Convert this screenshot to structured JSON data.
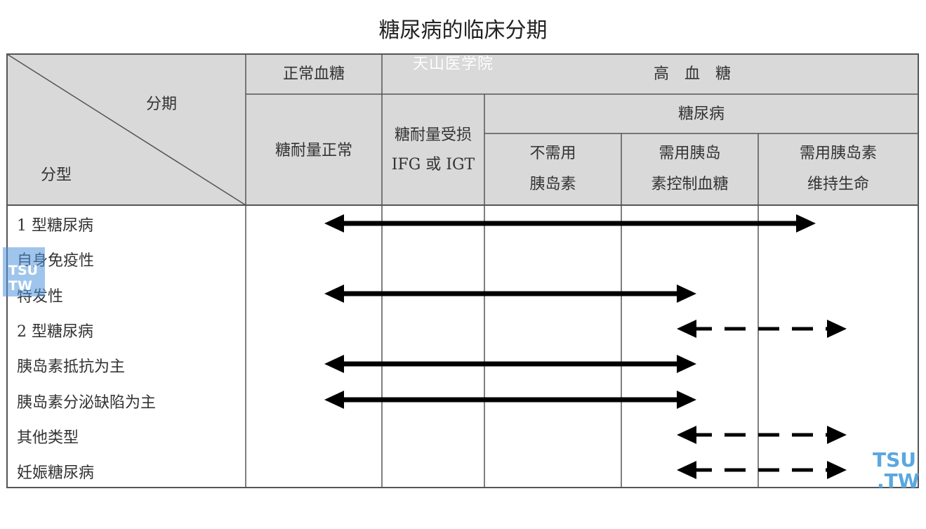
{
  "title": "糖尿病的临床分期",
  "watermarks": {
    "top": "天山医学院",
    "left_line1": "TSU",
    "left_line2": "TW",
    "right_line1": "TSU",
    "right_line2": ".TW"
  },
  "header": {
    "diag_stage": "分期",
    "diag_type": "分型",
    "normal_glucose": "正常血糖",
    "high_glucose": "高　血　糖",
    "diabetes": "糖尿病",
    "col_normal_tolerance": "糖耐量正常",
    "col_impaired_1": "糖耐量受损",
    "col_impaired_2": "IFG 或 IGT",
    "col_no_insulin_1": "不需用",
    "col_no_insulin_2": "胰岛素",
    "col_insulin_control_1": "需用胰岛",
    "col_insulin_control_2": "素控制血糖",
    "col_insulin_life_1": "需用胰岛素",
    "col_insulin_life_2": "维持生命"
  },
  "rows": [
    {
      "label": "1 型糖尿病",
      "arrow": "solid-long"
    },
    {
      "label": "自身免疫性",
      "arrow": "none"
    },
    {
      "label": "特发性",
      "arrow": "solid-short"
    },
    {
      "label": "2 型糖尿病",
      "arrow": "dashed"
    },
    {
      "label": "胰岛素抵抗为主",
      "arrow": "solid-short"
    },
    {
      "label": "胰岛素分泌缺陷为主",
      "arrow": "solid-short"
    },
    {
      "label": "其他类型",
      "arrow": "dashed"
    },
    {
      "label": "妊娠糖尿病",
      "arrow": "dashed"
    }
  ],
  "colors": {
    "header_bg": "#d9d9d9",
    "border": "#555555",
    "arrow": "#000000"
  }
}
